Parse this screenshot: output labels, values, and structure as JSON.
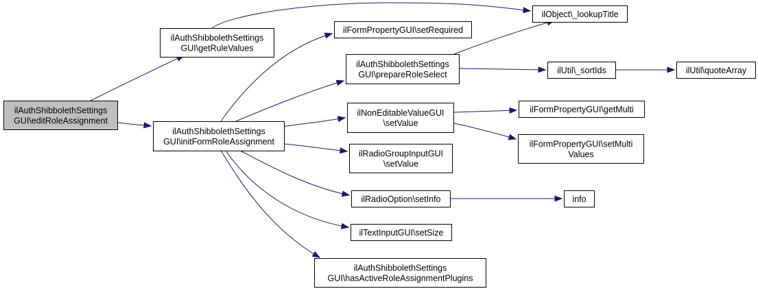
{
  "diagram": {
    "kind": "call-graph",
    "colors": {
      "edge": "#191970",
      "node_border": "#000000",
      "node_fill": "#ffffff",
      "root_fill": "#bfbfbf",
      "text": "#000000"
    },
    "nodes": [
      {
        "id": "editRoleAssignment",
        "lines": [
          "ilAuthShibbolethSettings",
          "GUI\\editRoleAssignment"
        ],
        "root": true
      },
      {
        "id": "getRuleValues",
        "lines": [
          "ilAuthShibbolethSettings",
          "GUI\\getRuleValues"
        ]
      },
      {
        "id": "initFormRoleAssignment",
        "lines": [
          "ilAuthShibbolethSettings",
          "GUI\\initFormRoleAssignment"
        ]
      },
      {
        "id": "lookupTitle",
        "lines": [
          "ilObject\\_lookupTitle"
        ]
      },
      {
        "id": "setRequired",
        "lines": [
          "ilFormPropertyGUI\\setRequired"
        ]
      },
      {
        "id": "prepareRoleSelect",
        "lines": [
          "ilAuthShibbolethSettings",
          "GUI\\prepareRoleSelect"
        ]
      },
      {
        "id": "nonEditableSetValue",
        "lines": [
          "ilNonEditableValueGUI",
          "\\setValue"
        ]
      },
      {
        "id": "radioGroupSetValue",
        "lines": [
          "ilRadioGroupInputGUI",
          "\\setValue"
        ]
      },
      {
        "id": "radioOptionSetInfo",
        "lines": [
          "ilRadioOption\\setInfo"
        ]
      },
      {
        "id": "textInputSetSize",
        "lines": [
          "ilTextInputGUI\\setSize"
        ]
      },
      {
        "id": "hasActivePlugins",
        "lines": [
          "ilAuthShibbolethSettings",
          "GUI\\hasActiveRoleAssignmentPlugins"
        ]
      },
      {
        "id": "sortIds",
        "lines": [
          "ilUtil\\_sortIds"
        ]
      },
      {
        "id": "quoteArray",
        "lines": [
          "ilUtil\\quoteArray"
        ]
      },
      {
        "id": "getMulti",
        "lines": [
          "ilFormPropertyGUI\\getMulti"
        ]
      },
      {
        "id": "setMultiValues",
        "lines": [
          "ilFormPropertyGUI\\setMulti",
          "Values"
        ]
      },
      {
        "id": "info",
        "lines": [
          "info"
        ]
      }
    ],
    "edges": [
      {
        "from": "editRoleAssignment",
        "to": "getRuleValues"
      },
      {
        "from": "editRoleAssignment",
        "to": "initFormRoleAssignment"
      },
      {
        "from": "getRuleValues",
        "to": "lookupTitle"
      },
      {
        "from": "initFormRoleAssignment",
        "to": "setRequired"
      },
      {
        "from": "initFormRoleAssignment",
        "to": "prepareRoleSelect"
      },
      {
        "from": "initFormRoleAssignment",
        "to": "nonEditableSetValue"
      },
      {
        "from": "initFormRoleAssignment",
        "to": "radioGroupSetValue"
      },
      {
        "from": "initFormRoleAssignment",
        "to": "radioOptionSetInfo"
      },
      {
        "from": "initFormRoleAssignment",
        "to": "textInputSetSize"
      },
      {
        "from": "initFormRoleAssignment",
        "to": "hasActivePlugins"
      },
      {
        "from": "prepareRoleSelect",
        "to": "lookupTitle"
      },
      {
        "from": "prepareRoleSelect",
        "to": "sortIds"
      },
      {
        "from": "sortIds",
        "to": "quoteArray"
      },
      {
        "from": "nonEditableSetValue",
        "to": "getMulti"
      },
      {
        "from": "nonEditableSetValue",
        "to": "setMultiValues"
      },
      {
        "from": "radioOptionSetInfo",
        "to": "info"
      }
    ]
  }
}
